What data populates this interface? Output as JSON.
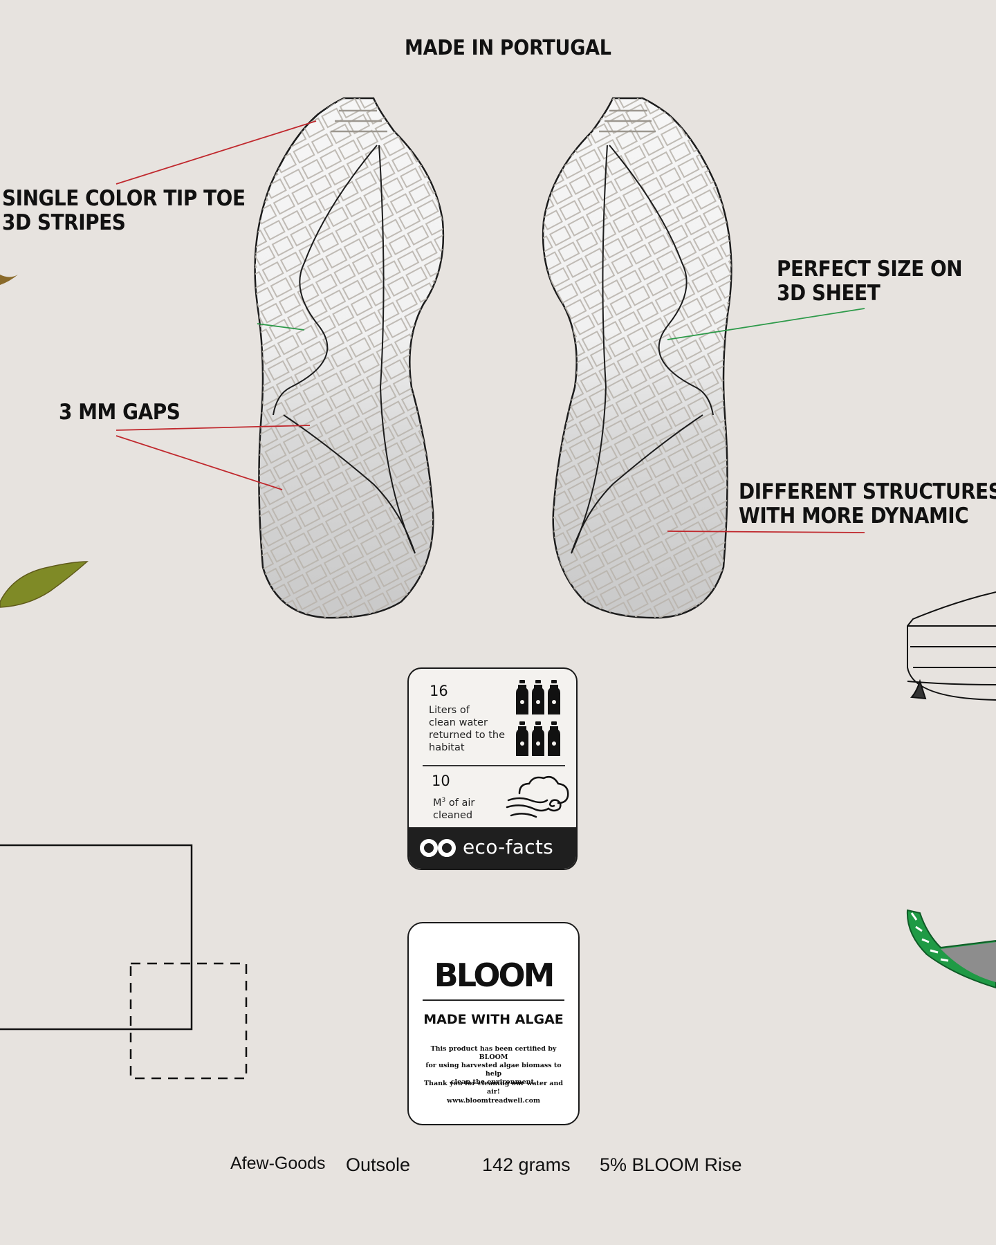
{
  "header": {
    "title": "MADE IN PORTUGAL"
  },
  "callouts": {
    "tip_toe": [
      "SINGLE COLOR TIP TOE",
      "3D STRIPES"
    ],
    "gaps": "3 MM GAPS",
    "perfect_size": [
      "PERFECT SIZE ON",
      "3D SHEET"
    ],
    "structures": [
      "DIFFERENT STRUCTURES",
      "WITH MORE DYNAMIC"
    ]
  },
  "eco_facts": {
    "water_value": "16",
    "water_desc": [
      "Liters of",
      "clean water",
      "returned to the",
      "habitat"
    ],
    "air_value": "10",
    "air_desc_unit": "M",
    "air_desc_sup": "3",
    "air_desc_rest": " of air",
    "air_desc_line2": "cleaned",
    "brand": "eco-facts",
    "icons": [
      "water-bottle-icon",
      "air-cloud-icon",
      "infinity-icon"
    ]
  },
  "bloom": {
    "logo": "BLOOM",
    "subtitle": "MADE WITH ALGAE",
    "body": [
      "This product has been certified by BLOOM",
      "for using harvested algae biomass to help",
      "clean the environment."
    ],
    "thanks": "Thank you for cleaning our water and air!",
    "url": "www.bloomtreadwell.com"
  },
  "specs": {
    "brand": "Afew-Goods",
    "part": "Outsole",
    "weight": "142 grams",
    "material": "5% BLOOM Rise"
  },
  "colors": {
    "background": "#e7e3df",
    "red_line": "#c0282d",
    "green_line": "#2e9a4a",
    "sole_green": "#1f9a45"
  }
}
